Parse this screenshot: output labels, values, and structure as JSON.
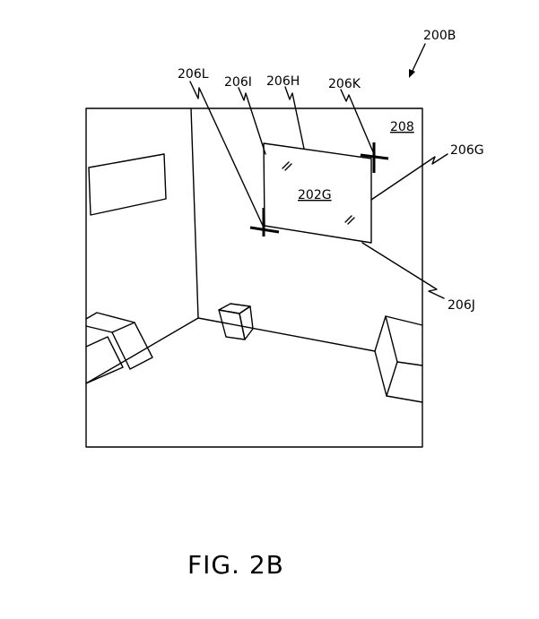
{
  "figure": {
    "ref_main": "200B",
    "labels": {
      "l206L": "206L",
      "l206I": "206I",
      "l206H": "206H",
      "l206K": "206K",
      "l206G": "206G",
      "l206J": "206J",
      "l208": "208",
      "l202G": "202G"
    },
    "caption": "FIG. 2B"
  }
}
